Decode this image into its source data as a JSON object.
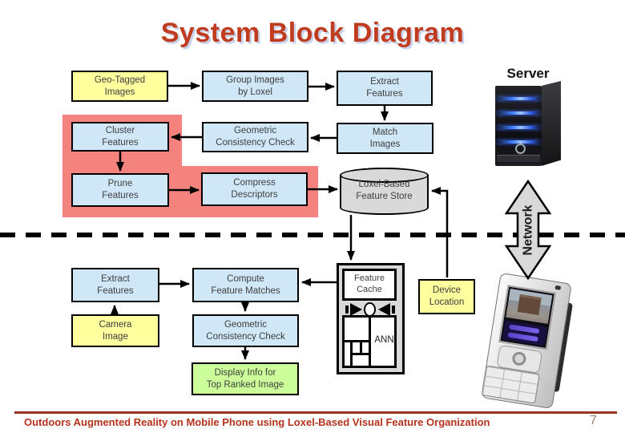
{
  "slide": {
    "title": "System Block Diagram",
    "footer_text": "Outdoors Augmented Reality on Mobile Phone using Loxel-Based Visual Feature Organization",
    "page_number": "7"
  },
  "colors": {
    "title_red": "#c13b1e",
    "footer_red": "#b5331c",
    "box_blue": "#cfe7f7",
    "box_yellow": "#ffff9e",
    "box_green": "#ccff99",
    "highlight_pink": "#f4837d",
    "shape_gray": "#d9d9d9"
  },
  "server_flow": {
    "label": "Server",
    "geo_tagged_images": "Geo-Tagged\nImages",
    "group_images_by_loxel": "Group Images\nby Loxel",
    "extract_features": "Extract\nFeatures",
    "cluster_features": "Cluster\nFeatures",
    "geometric_consistency_check": "Geometric\nConsistency Check",
    "match_images": "Match\nImages",
    "prune_features": "Prune\nFeatures",
    "compress_descriptors": "Compress\nDescriptors",
    "loxel_feature_store": "Loxel-Based\nFeature Store"
  },
  "network": {
    "label": "Network"
  },
  "client_flow": {
    "extract_features": "Extract\nFeatures",
    "compute_feature_matches": "Compute\nFeature Matches",
    "camera_image": "Camera\nImage",
    "geometric_consistency_check": "Geometric\nConsistency Check",
    "display_info": "Display Info for\nTop Ranked Image",
    "feature_cache": "Feature\nCache",
    "ann": "ANN",
    "device_location": "Device\nLocation"
  }
}
